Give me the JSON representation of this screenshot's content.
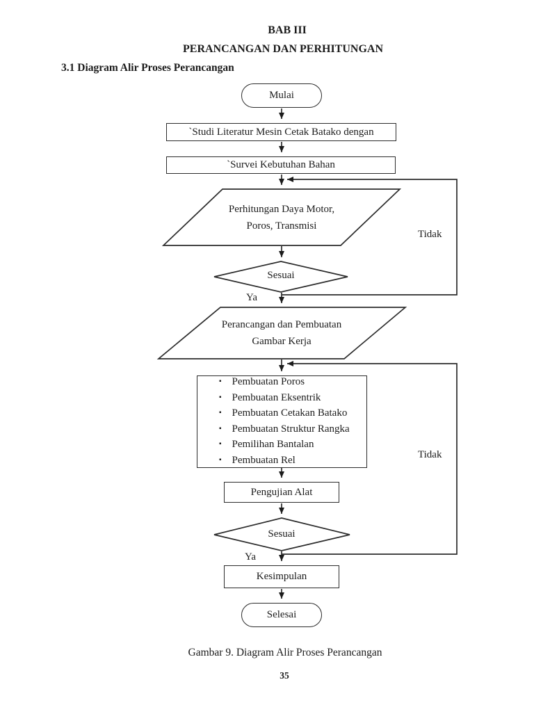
{
  "page": {
    "chapter": "BAB III",
    "title": "PERANCANGAN DAN PERHITUNGAN",
    "section_heading": "3.1 Diagram Alir Proses Perancangan",
    "caption": "Gambar 9. Diagram Alir Proses Perancangan",
    "page_number": "35",
    "colors": {
      "ink": "#1b1b1b",
      "background": "#ffffff"
    }
  },
  "flowchart": {
    "start_label": "Mulai",
    "step_studi_literatur": "`Studi Literatur Mesin Cetak Batako dengan",
    "step_survei": "`Survei Kebutuhan Bahan",
    "io_perhitungan_line1": "Perhitungan Daya Motor,",
    "io_perhitungan_line2": "Poros, Transmisi",
    "decision1_label": "Sesuai",
    "decision1_yes": "Ya",
    "decision1_no": "Tidak",
    "io_perancangan_line1": "Perancangan dan Pembuatan",
    "io_perancangan_line2": "Gambar Kerja",
    "bullet_glyph": "▪",
    "process_list": [
      "Pembuatan Poros",
      "Pembuatan Eksentrik",
      "Pembuatan Cetakan Batako",
      "Pembuatan Struktur Rangka",
      "Pemilihan Bantalan",
      "Pembuatan Rel"
    ],
    "step_pengujian": "Pengujian Alat",
    "decision2_label": "Sesuai",
    "decision2_yes": "Ya",
    "decision2_no": "Tidak",
    "step_kesimpulan": "Kesimpulan",
    "end_label": "Selesai"
  }
}
